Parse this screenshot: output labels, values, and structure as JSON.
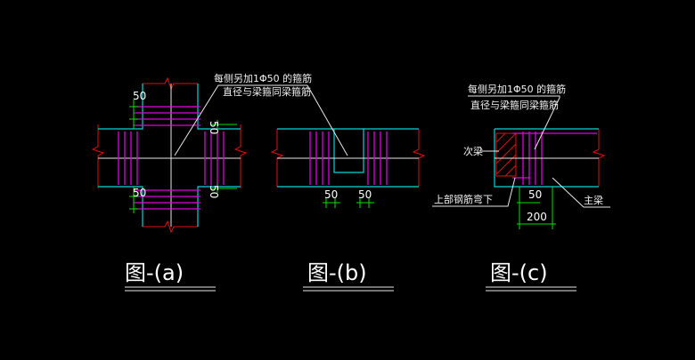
{
  "figures": {
    "a": {
      "title": "图-(a)",
      "note_line1": "每侧另加1Φ50 的箍筋",
      "note_line2": "直径与梁箍同梁箍筋",
      "dim_top": "50",
      "dim_right_top": "50",
      "dim_bottom": "50",
      "dim_right_bottom": "50"
    },
    "b": {
      "title": "图-(b)",
      "dim_left": "50",
      "dim_right": "50"
    },
    "c": {
      "title": "图-(c)",
      "note_line1": "每侧另加1Φ50 的箍筋",
      "note_line2": "直径与梁箍同梁箍筋",
      "label_left_beam": "次梁",
      "label_top_bar": "上部钢筋弯下",
      "label_main_beam": "主梁",
      "dim_small": "50",
      "dim_large": "200"
    }
  },
  "colors": {
    "beam_outline": "#00d7d7",
    "stirrup": "#e000e0",
    "dimension": "#00e000",
    "break_line": "#e01010",
    "leader": "#e8e8e8"
  }
}
